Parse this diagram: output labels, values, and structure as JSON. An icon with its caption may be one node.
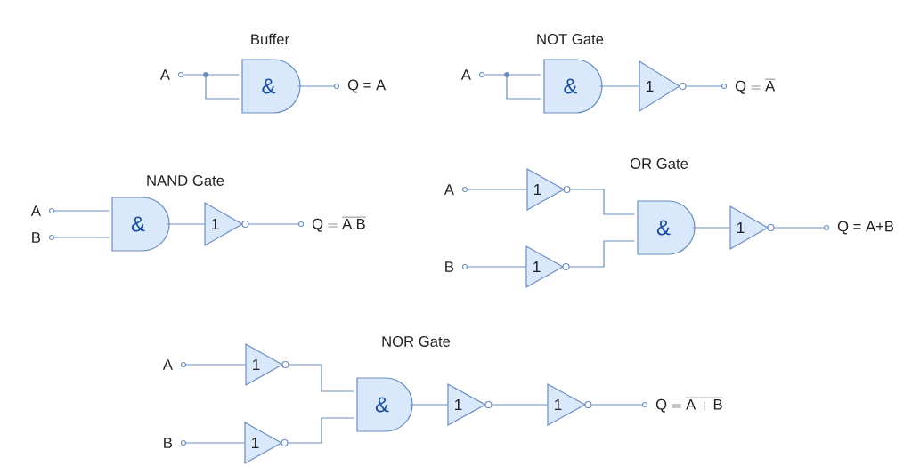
{
  "diagram": {
    "nodes": [
      {
        "text": [
          "A"
        ]
      },
      {
        "text": [
          "&"
        ]
      },
      {
        "text": [
          "Q = A"
        ]
      },
      {
        "text": [
          "A"
        ]
      },
      {
        "text": [
          "&"
        ]
      },
      {
        "text": [
          "1"
        ]
      },
      {
        "text": [
          "\\mathrm{Q} = \\overline{\\mathrm{A}}"
        ]
      },
      {
        "text": [
          "A"
        ]
      },
      {
        "text": [
          "B"
        ]
      },
      {
        "text": [
          "&"
        ]
      },
      {
        "text": [
          "1"
        ]
      },
      {
        "text": [
          "\\mathrm{Q} = \\overline{\\mathrm{A.B}}"
        ]
      },
      {
        "text": [
          "A"
        ]
      },
      {
        "text": [
          "B"
        ]
      },
      {
        "text": [
          "1"
        ]
      },
      {
        "text": [
          "1"
        ]
      },
      {
        "text": [
          "&"
        ]
      },
      {
        "text": [
          "1"
        ]
      },
      {
        "text": [
          "Q = A+B"
        ]
      },
      {
        "text": [
          "A"
        ]
      },
      {
        "text": [
          "B"
        ]
      },
      {
        "text": [
          "1"
        ]
      },
      {
        "text": [
          "1"
        ]
      },
      {
        "text": [
          "&"
        ]
      },
      {
        "text": [
          "1"
        ]
      },
      {
        "text": [
          "1"
        ]
      },
      {
        "text": [
          "\\mathrm{Q} = \\overline{\\mathrm{A+B}}"
        ]
      }
    ],
    "edges": [
      {
        "from": 0,
        "to": 1,
        "arrow": "none"
      },
      {
        "from": 1,
        "to": 2,
        "arrow": "none"
      },
      {
        "from": 3,
        "to": 4,
        "arrow": "none"
      },
      {
        "from": 4,
        "to": 5,
        "arrow": "none"
      },
      {
        "from": 5,
        "to": 6,
        "arrow": "none"
      },
      {
        "from": 7,
        "to": 9,
        "arrow": "none"
      },
      {
        "from": 8,
        "to": 9,
        "arrow": "none"
      },
      {
        "from": 9,
        "to": 10,
        "arrow": "none"
      },
      {
        "from": 10,
        "to": 11,
        "arrow": "none"
      },
      {
        "from": 12,
        "to": 14,
        "arrow": "none"
      },
      {
        "from": 13,
        "to": 15,
        "arrow": "none"
      },
      {
        "from": 14,
        "to": 16,
        "arrow": "none"
      },
      {
        "from": 15,
        "to": 16,
        "arrow": "none"
      },
      {
        "from": 16,
        "to": 17,
        "arrow": "none"
      },
      {
        "from": 17,
        "to": 18,
        "arrow": "none"
      },
      {
        "from": 19,
        "to": 21,
        "arrow": "none"
      },
      {
        "from": 20,
        "to": 22,
        "arrow": "none"
      },
      {
        "from": 21,
        "to": 23,
        "arrow": "none"
      },
      {
        "from": 22,
        "to": 23,
        "arrow": "none"
      },
      {
        "from": 23,
        "to": 24,
        "arrow": "none"
      },
      {
        "from": 24,
        "to": 25,
        "arrow": "none"
      },
      {
        "from": 25,
        "to": 26,
        "arrow": "none"
      }
    ],
    "labels": [
      "Buffer",
      "NOT Gate",
      "NAND Gate",
      "OR Gate",
      "NOR Gate"
    ]
  }
}
